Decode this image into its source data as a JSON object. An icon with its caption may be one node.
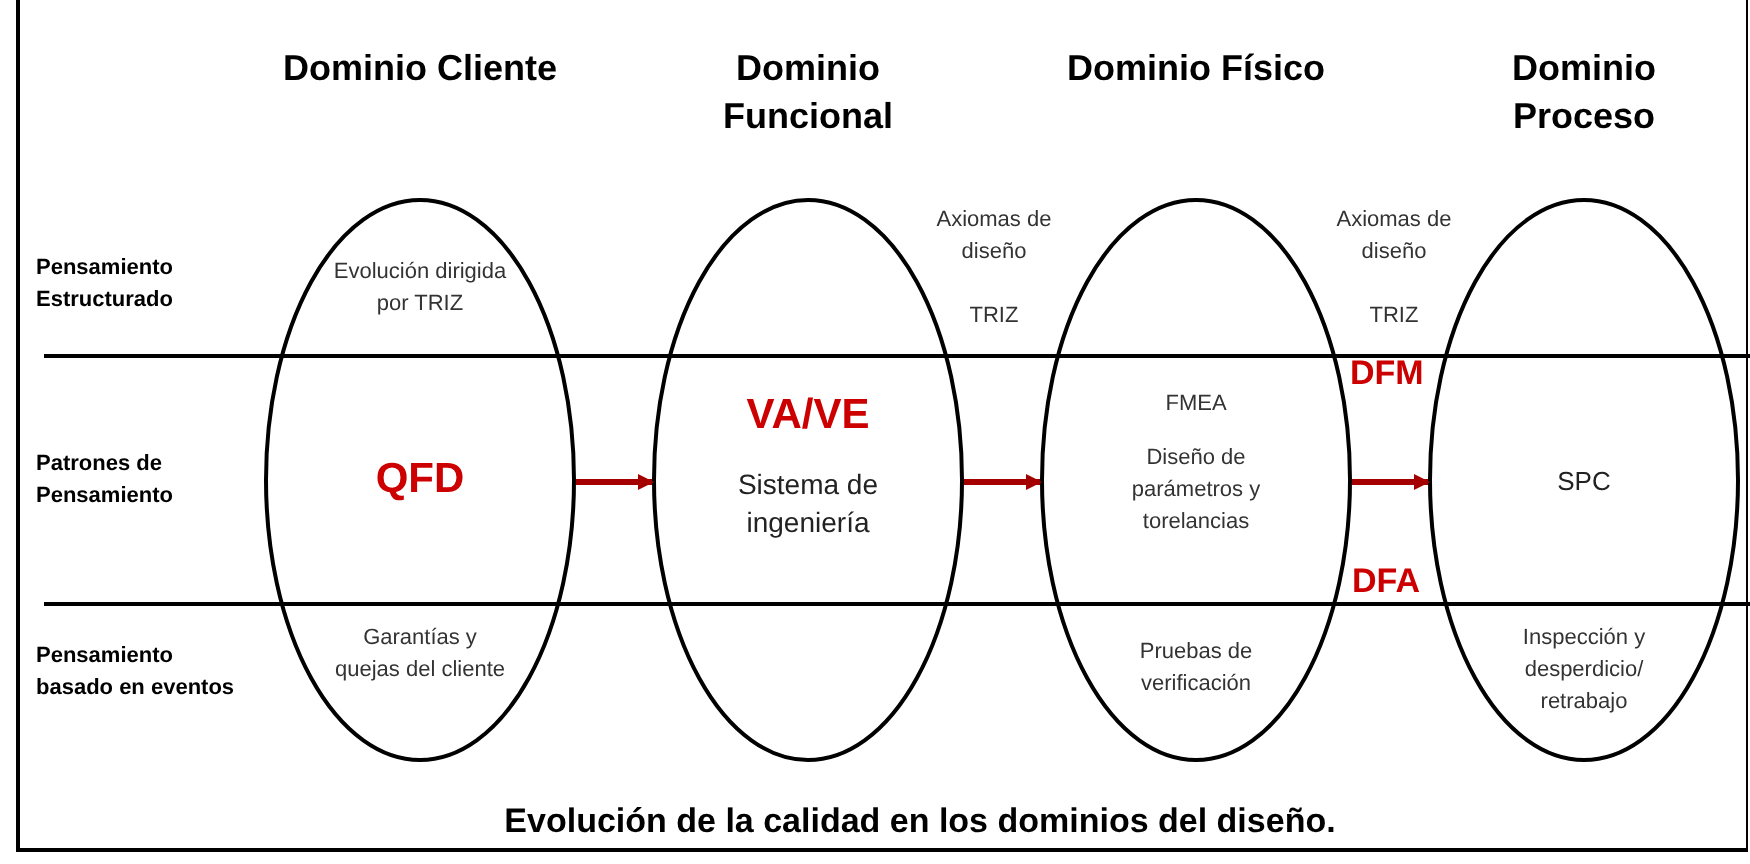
{
  "diagram": {
    "caption": "Evolución de la calidad en los dominios del diseño.",
    "nodes": [
      {
        "text": [
          "Dominio Cliente",
          "Evolución dirigida por TRIZ",
          "QFD",
          "Garantías y quejas del cliente"
        ]
      },
      {
        "text": [
          "Dominio Funcional",
          "VA/VE",
          "Sistema de ingeniería"
        ]
      },
      {
        "text": [
          "Dominio Físico",
          "FMEA",
          "Diseño de parámetros y torelancias",
          "Pruebas de verificación"
        ]
      },
      {
        "text": [
          "Dominio Proceso",
          "SPC",
          "Inspección y desperdicio/ retrabajo"
        ]
      }
    ],
    "edges": [
      {
        "from": 0,
        "to": 1,
        "arrow": "to"
      },
      {
        "from": 1,
        "to": 2,
        "arrow": "to"
      },
      {
        "from": 2,
        "to": 3,
        "arrow": "to"
      }
    ],
    "labels": [
      "Axiomas de diseño",
      "Axiomas de diseño",
      "Pensamiento Estructurado",
      "TRIZ",
      "TRIZ",
      "DFM",
      "Patrones de Pensamiento",
      "DFA",
      "Pensamiento basado en eventos"
    ]
  }
}
